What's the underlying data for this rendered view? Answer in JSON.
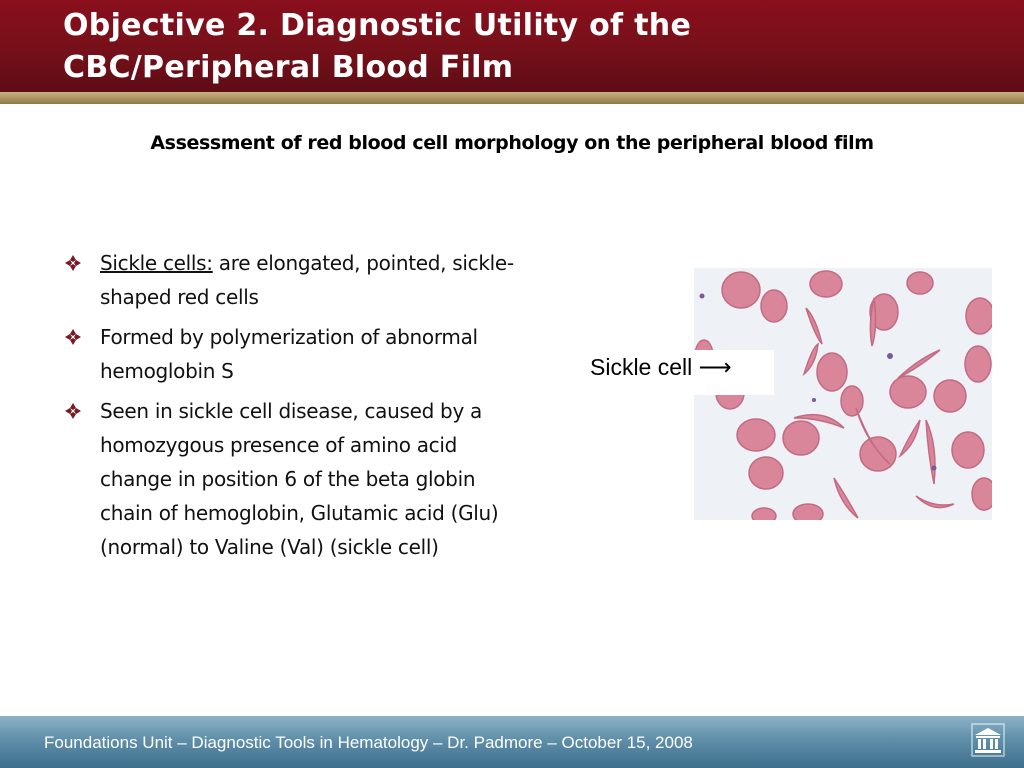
{
  "header": {
    "title_line1": "Objective 2. Diagnostic Utility of the",
    "title_line2": "CBC/Peripheral Blood Film"
  },
  "subtitle": "Assessment of red blood cell morphology on the peripheral blood film",
  "bullets": [
    {
      "term": "Sickle cells:",
      "text": " are elongated, pointed, sickle-shaped red cells"
    },
    {
      "text": "Formed by polymerization of abnormal hemoglobin S"
    },
    {
      "text": "Seen in sickle cell disease, caused by a homozygous presence of amino acid change in position 6 of the beta globin chain of hemoglobin, Glutamic acid (Glu) (normal) to Valine (Val)  (sickle cell)"
    }
  ],
  "image": {
    "caption": "Sickle cell ⟶"
  },
  "footer": {
    "text": "Foundations Unit – Diagnostic Tools in Hematology – Dr. Padmore – October 15, 2008"
  },
  "colors": {
    "header_red": "#74101a",
    "stripe_gold": "#a88f5c",
    "footer_blue": "#4f7f9c",
    "bullet_diamond": "#7a1a22",
    "cell_pink": "#d9869b"
  },
  "icons": {
    "bullet": "diamond-bullet-icon",
    "footer": "university-building-icon"
  }
}
